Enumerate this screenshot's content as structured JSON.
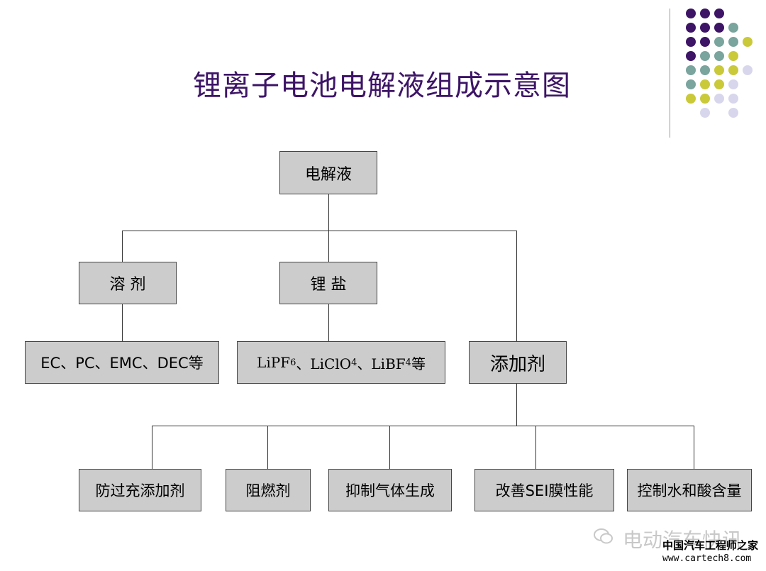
{
  "title": "锂离子电池电解液组成示意图",
  "colors": {
    "title": "#3d1466",
    "dot_purple": "#3d1466",
    "dot_teal": "#7aa49e",
    "dot_yellow": "#c9c93a",
    "dot_lavender": "#d8d6ec",
    "box_fill": "#cccccc"
  },
  "diagram": {
    "root": "电解液",
    "solvent": {
      "label": "溶 剂",
      "example": "EC、PC、EMC、DEC等"
    },
    "salt": {
      "label": "锂 盐",
      "example": {
        "p1": "LiPF",
        "s1": "6",
        "p2": "、LiClO",
        "s2": "4",
        "p3": "、LiBF",
        "s3": "4",
        "p4": "等"
      }
    },
    "additive": {
      "label": "添加剂",
      "children": [
        "防过充添加剂",
        "阻燃剂",
        "抑制气体生成",
        "改善SEI膜性能",
        "控制水和酸含量"
      ]
    }
  },
  "watermark": {
    "line1": "电动汽车快讯",
    "line2": "中国汽车工程师之家",
    "line3": "www.cartech8.com"
  }
}
